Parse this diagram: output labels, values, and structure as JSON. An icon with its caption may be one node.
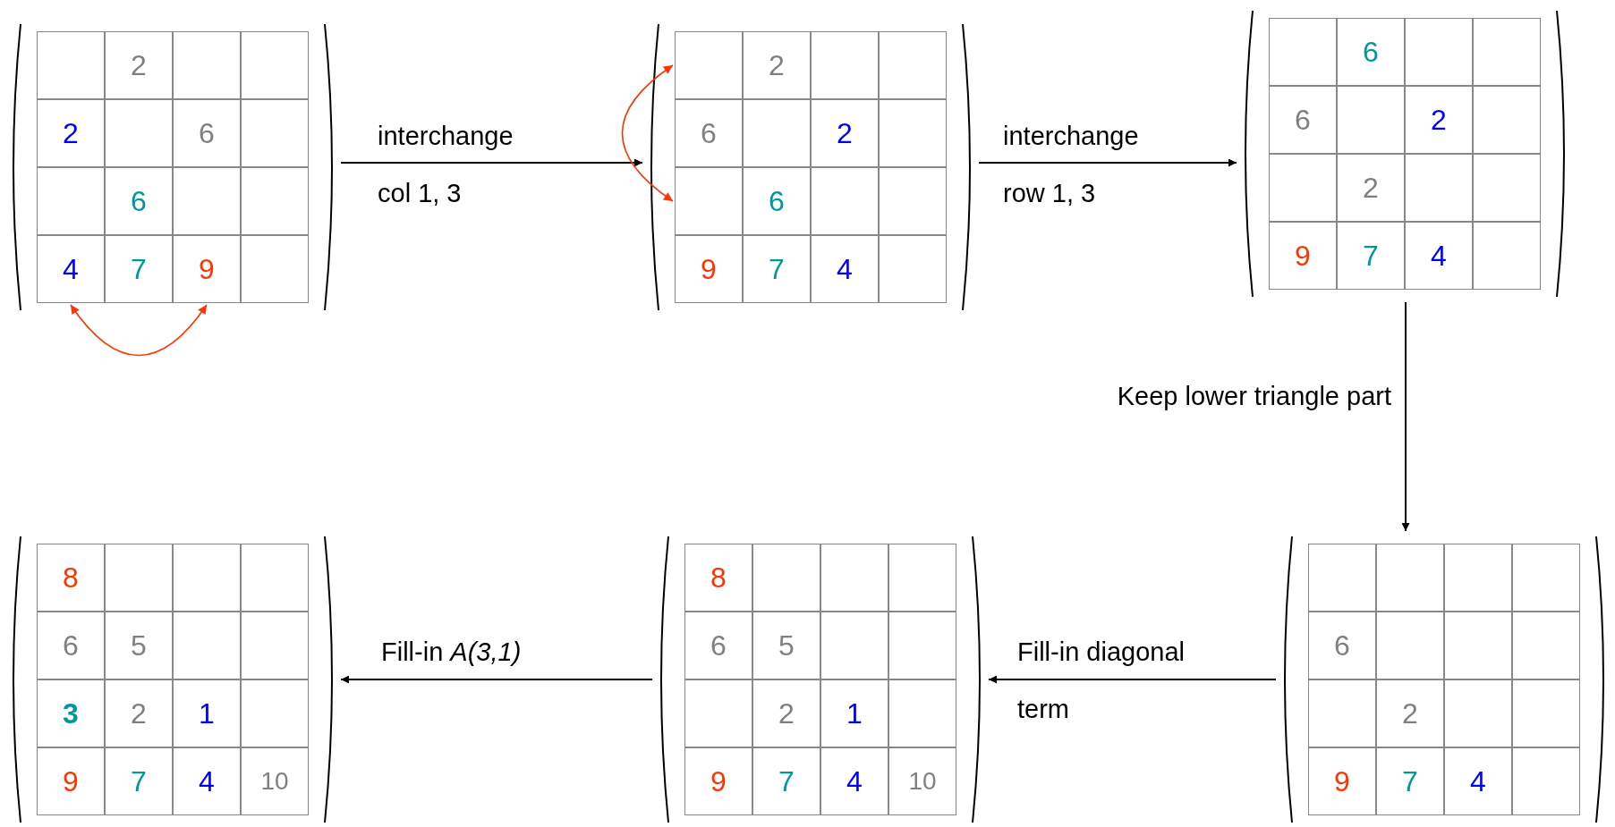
{
  "diagram": {
    "nodes": [
      {
        "text": [],
        "shape": "matrix"
      },
      {
        "text": [],
        "shape": "box",
        "in": 0
      },
      {
        "text": [
          "2"
        ],
        "in": 0
      },
      {
        "text": [],
        "shape": "box",
        "in": 0
      },
      {
        "text": [],
        "shape": "box",
        "in": 0
      },
      {
        "text": [
          "2"
        ],
        "in": 0
      },
      {
        "text": [],
        "shape": "box",
        "in": 0
      },
      {
        "text": [
          "6"
        ],
        "in": 0
      },
      {
        "text": [],
        "shape": "box",
        "in": 0
      },
      {
        "text": [],
        "shape": "box",
        "in": 0
      },
      {
        "text": [
          "6"
        ],
        "in": 0
      },
      {
        "text": [],
        "shape": "box",
        "in": 0
      },
      {
        "text": [],
        "shape": "box",
        "in": 0
      },
      {
        "text": [
          "4"
        ],
        "in": 0
      },
      {
        "text": [
          "7"
        ],
        "in": 0
      },
      {
        "text": [
          "9"
        ],
        "in": 0
      },
      {
        "text": [],
        "shape": "box",
        "in": 0
      },
      {
        "text": [],
        "shape": "matrix"
      },
      {
        "text": [],
        "shape": "box",
        "in": 17
      },
      {
        "text": [
          "2"
        ],
        "in": 17
      },
      {
        "text": [],
        "shape": "box",
        "in": 17
      },
      {
        "text": [],
        "shape": "box",
        "in": 17
      },
      {
        "text": [
          "6"
        ],
        "in": 17
      },
      {
        "text": [],
        "shape": "box",
        "in": 17
      },
      {
        "text": [
          "2"
        ],
        "in": 17
      },
      {
        "text": [],
        "shape": "box",
        "in": 17
      },
      {
        "text": [],
        "shape": "box",
        "in": 17
      },
      {
        "text": [
          "6"
        ],
        "in": 17
      },
      {
        "text": [],
        "shape": "box",
        "in": 17
      },
      {
        "text": [],
        "shape": "box",
        "in": 17
      },
      {
        "text": [
          "9"
        ],
        "in": 17
      },
      {
        "text": [
          "7"
        ],
        "in": 17
      },
      {
        "text": [
          "4"
        ],
        "in": 17
      },
      {
        "text": [],
        "shape": "box",
        "in": 17
      },
      {
        "text": [],
        "shape": "matrix"
      },
      {
        "text": [],
        "shape": "box",
        "in": 34
      },
      {
        "text": [
          "6"
        ],
        "in": 34
      },
      {
        "text": [],
        "shape": "box",
        "in": 34
      },
      {
        "text": [],
        "shape": "box",
        "in": 34
      },
      {
        "text": [
          "6"
        ],
        "in": 34
      },
      {
        "text": [],
        "shape": "box",
        "in": 34
      },
      {
        "text": [
          "2"
        ],
        "in": 34
      },
      {
        "text": [],
        "shape": "box",
        "in": 34
      },
      {
        "text": [],
        "shape": "box",
        "in": 34
      },
      {
        "text": [
          "2"
        ],
        "in": 34
      },
      {
        "text": [],
        "shape": "box",
        "in": 34
      },
      {
        "text": [],
        "shape": "box",
        "in": 34
      },
      {
        "text": [
          "9"
        ],
        "in": 34
      },
      {
        "text": [
          "7"
        ],
        "in": 34
      },
      {
        "text": [
          "4"
        ],
        "in": 34
      },
      {
        "text": [],
        "shape": "box",
        "in": 34
      },
      {
        "text": [],
        "shape": "matrix"
      },
      {
        "text": [
          "8"
        ],
        "in": 51
      },
      {
        "text": [],
        "shape": "box",
        "in": 51
      },
      {
        "text": [],
        "shape": "box",
        "in": 51
      },
      {
        "text": [],
        "shape": "box",
        "in": 51
      },
      {
        "text": [
          "6"
        ],
        "in": 51
      },
      {
        "text": [
          "5"
        ],
        "in": 51
      },
      {
        "text": [],
        "shape": "box",
        "in": 51
      },
      {
        "text": [],
        "shape": "box",
        "in": 51
      },
      {
        "text": [
          "3"
        ],
        "in": 51
      },
      {
        "text": [
          "2"
        ],
        "in": 51
      },
      {
        "text": [
          "1"
        ],
        "in": 51
      },
      {
        "text": [],
        "shape": "box",
        "in": 51
      },
      {
        "text": [
          "9"
        ],
        "in": 51
      },
      {
        "text": [
          "7"
        ],
        "in": 51
      },
      {
        "text": [
          "4"
        ],
        "in": 51
      },
      {
        "text": [
          "10"
        ],
        "in": 51
      },
      {
        "text": [],
        "shape": "matrix"
      },
      {
        "text": [
          "8"
        ],
        "in": 68
      },
      {
        "text": [],
        "shape": "box",
        "in": 68
      },
      {
        "text": [],
        "shape": "box",
        "in": 68
      },
      {
        "text": [],
        "shape": "box",
        "in": 68
      },
      {
        "text": [
          "6"
        ],
        "in": 68
      },
      {
        "text": [
          "5"
        ],
        "in": 68
      },
      {
        "text": [],
        "shape": "box",
        "in": 68
      },
      {
        "text": [],
        "shape": "box",
        "in": 68
      },
      {
        "text": [],
        "shape": "box",
        "in": 68
      },
      {
        "text": [
          "2"
        ],
        "in": 68
      },
      {
        "text": [
          "1"
        ],
        "in": 68
      },
      {
        "text": [],
        "shape": "box",
        "in": 68
      },
      {
        "text": [
          "9"
        ],
        "in": 68
      },
      {
        "text": [
          "7"
        ],
        "in": 68
      },
      {
        "text": [
          "4"
        ],
        "in": 68
      },
      {
        "text": [
          "10"
        ],
        "in": 68
      },
      {
        "text": [],
        "shape": "matrix"
      },
      {
        "text": [],
        "shape": "box",
        "in": 85
      },
      {
        "text": [],
        "shape": "box",
        "in": 85
      },
      {
        "text": [],
        "shape": "box",
        "in": 85
      },
      {
        "text": [],
        "shape": "box",
        "in": 85
      },
      {
        "text": [
          "6"
        ],
        "in": 85
      },
      {
        "text": [],
        "shape": "box",
        "in": 85
      },
      {
        "text": [],
        "shape": "box",
        "in": 85
      },
      {
        "text": [],
        "shape": "box",
        "in": 85
      },
      {
        "text": [],
        "shape": "box",
        "in": 85
      },
      {
        "text": [
          "2"
        ],
        "in": 85
      },
      {
        "text": [],
        "shape": "box",
        "in": 85
      },
      {
        "text": [],
        "shape": "box",
        "in": 85
      },
      {
        "text": [
          "9"
        ],
        "in": 85
      },
      {
        "text": [
          "7"
        ],
        "in": 85
      },
      {
        "text": [
          "4"
        ],
        "in": 85
      },
      {
        "text": [],
        "shape": "box",
        "in": 85
      }
    ],
    "edges": [
      {
        "from": 0,
        "to": 17,
        "arrow": "to",
        "label": "interchange col 1, 3"
      },
      {
        "from": 17,
        "to": 34,
        "arrow": "to",
        "label": "interchange row 1, 3"
      },
      {
        "from": 34,
        "to": 85,
        "arrow": "to",
        "label": "Keep lower triangle part"
      },
      {
        "from": 85,
        "to": 68,
        "arrow": "to",
        "label": "Fill-in diagonal term"
      },
      {
        "from": 68,
        "to": 51,
        "arrow": "to",
        "label": "Fill-in *A(3,1)*"
      },
      {
        "from": 13,
        "to": 15,
        "arrow": "both",
        "color": "#ff3300"
      },
      {
        "from": 18,
        "to": 26,
        "arrow": "both",
        "color": "#ff3300"
      }
    ]
  }
}
